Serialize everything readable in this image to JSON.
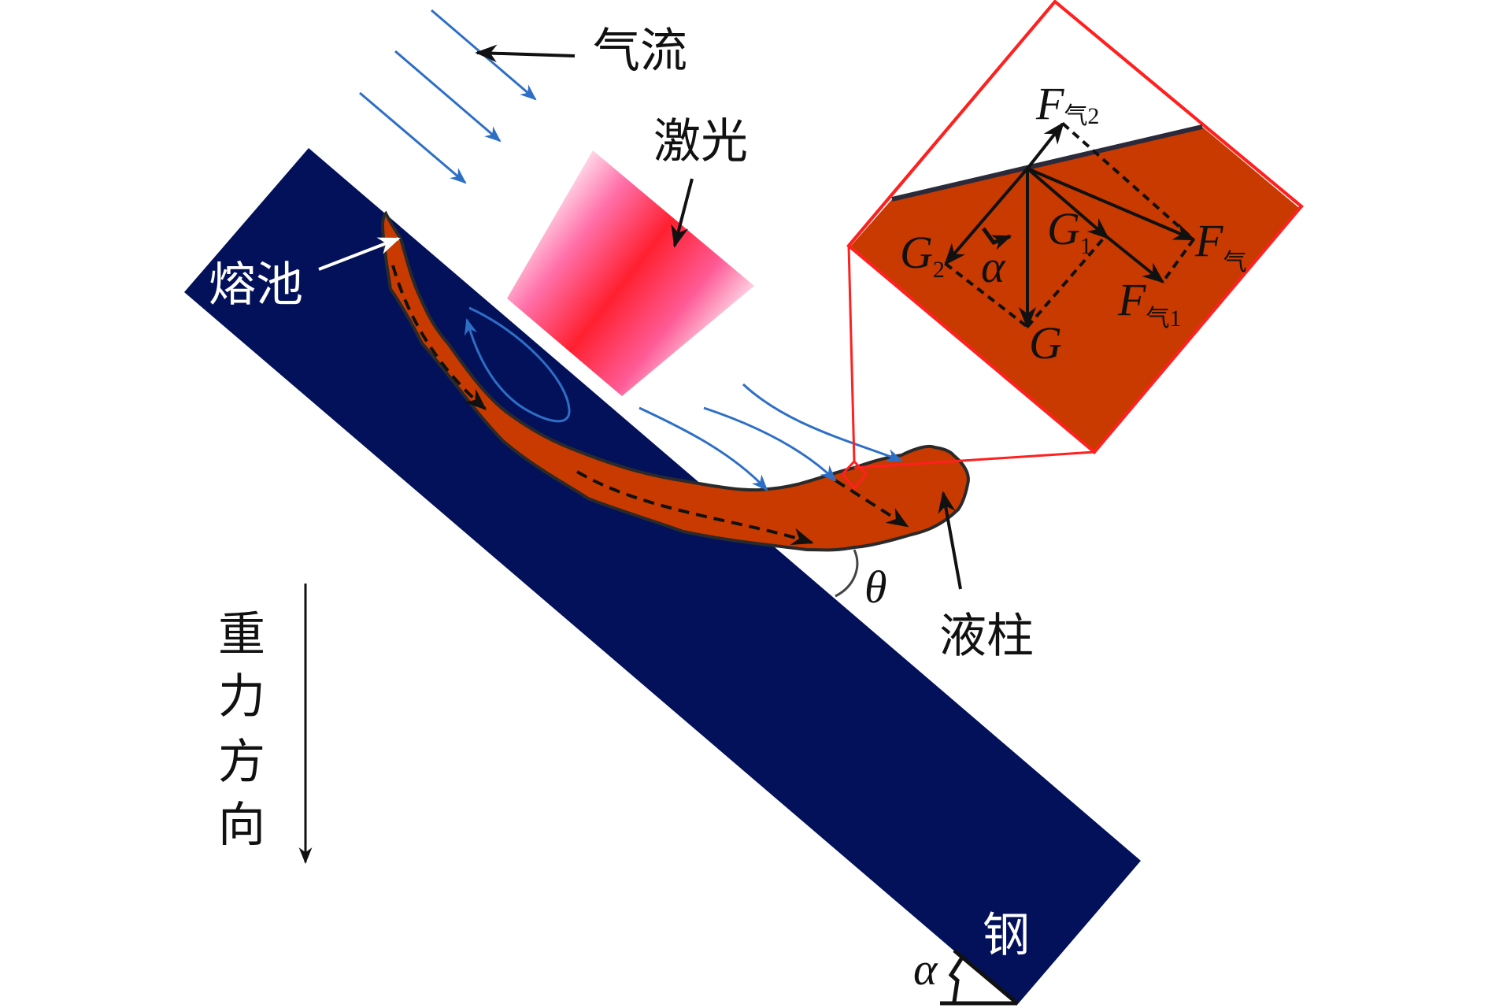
{
  "labels": {
    "gas_flow": "气流",
    "laser": "激光",
    "melt_pool": "熔池",
    "liquid_column": "液柱",
    "steel": "钢",
    "gravity_direction": [
      "重",
      "力",
      "方",
      "向"
    ],
    "theta": "θ",
    "alpha_bottom": "α"
  },
  "inset": {
    "F_gas2": {
      "main": "F",
      "sub": "气2"
    },
    "F_gas": {
      "main": "F",
      "sub": "气"
    },
    "F_gas1": {
      "main": "F",
      "sub": "气1"
    },
    "G": "G",
    "G1": {
      "main": "G",
      "sub": "1"
    },
    "G2": {
      "main": "G",
      "sub": "2"
    },
    "alpha": "α"
  },
  "colors": {
    "steel": "#03115a",
    "melt": "#c83a00",
    "gas_arrow": "#2e6fc6",
    "zoom_frame": "#ff2020",
    "laser_core": "#ff2030"
  }
}
